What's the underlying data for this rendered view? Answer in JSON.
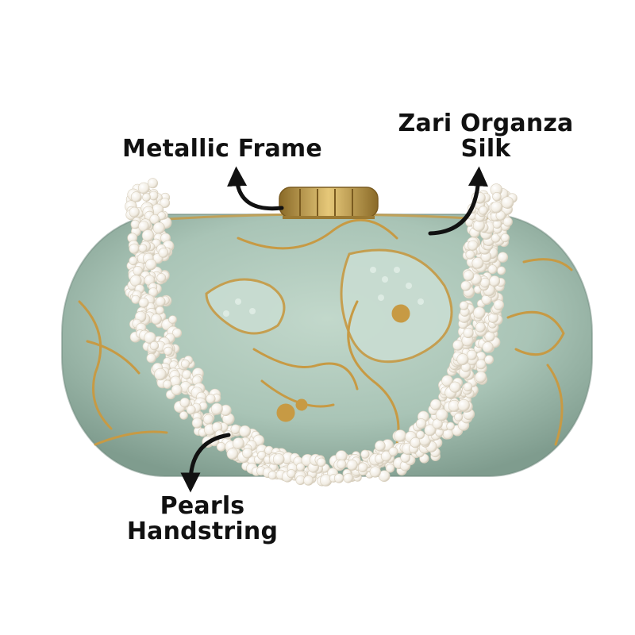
{
  "image": {
    "subject": "mint green embroidered clutch bag with pearl handle",
    "background_color": "#ffffff",
    "colors": {
      "bag_body": "#a9c4b6",
      "bag_shadow": "#7f9c8e",
      "embroidery_gold": "#c79a44",
      "clasp_gold": "#c8a24c",
      "pearl": "#f3eee6",
      "annotation_text": "#111111"
    }
  },
  "annotations": {
    "metallic_frame": "Metallic Frame",
    "zari_line1": "Zari Organza",
    "zari_line2": "Silk",
    "pearls_line1": "Pearls",
    "pearls_line2": "Handstring"
  },
  "icons": {
    "arrow_frame": "curved-arrow-icon",
    "arrow_zari": "curved-arrow-icon",
    "arrow_pearls": "curved-arrow-icon"
  }
}
